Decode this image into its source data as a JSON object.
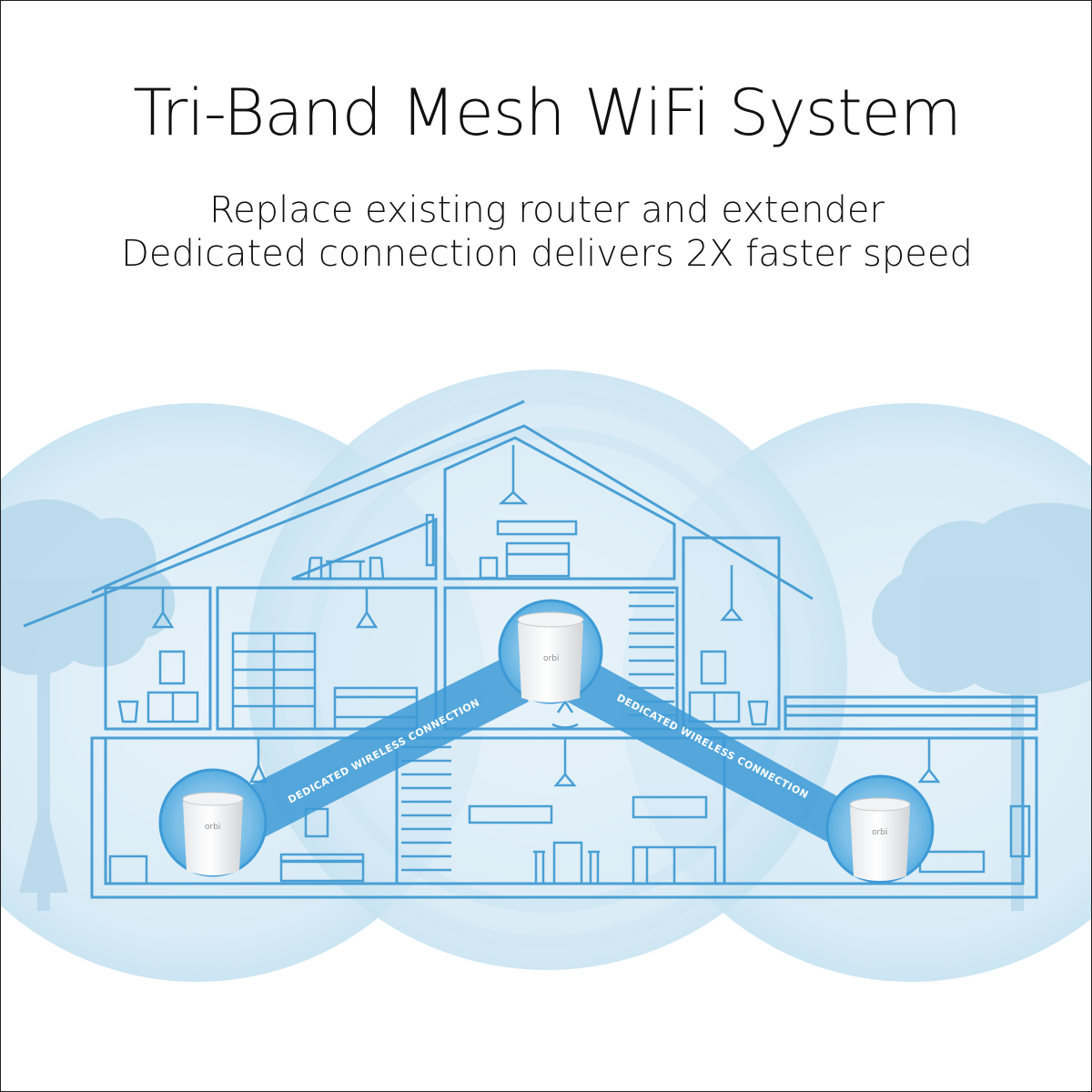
{
  "headline": {
    "title": "Tri-Band Mesh WiFi System",
    "line1": "Replace existing router and extender",
    "line2": "Dedicated connection delivers 2X faster speed"
  },
  "connections": {
    "left_label": "DEDICATED WIRELESS CONNECTION",
    "right_label": "DEDICATED WIRELESS CONNECTION"
  },
  "devices": {
    "router_logo": "orbi",
    "left_satellite_logo": "orbi",
    "right_satellite_logo": "orbi"
  },
  "colors": {
    "coverage": "#dcedf7",
    "coverage_edge": "#c4e0f0",
    "house_line": "#4a9fd4",
    "beam": "#3d9ad6",
    "tree": "#b8d8ea"
  },
  "icons": [
    "router-icon",
    "satellite-icon",
    "tree-icon",
    "lamp-icon",
    "bed-icon",
    "sofa-icon",
    "toilet-icon",
    "dresser-icon",
    "table-icon",
    "chair-icon",
    "stairs-icon",
    "tv-icon",
    "rocking-chair-icon",
    "kitchen-cabinet-icon",
    "bookshelf-icon"
  ]
}
